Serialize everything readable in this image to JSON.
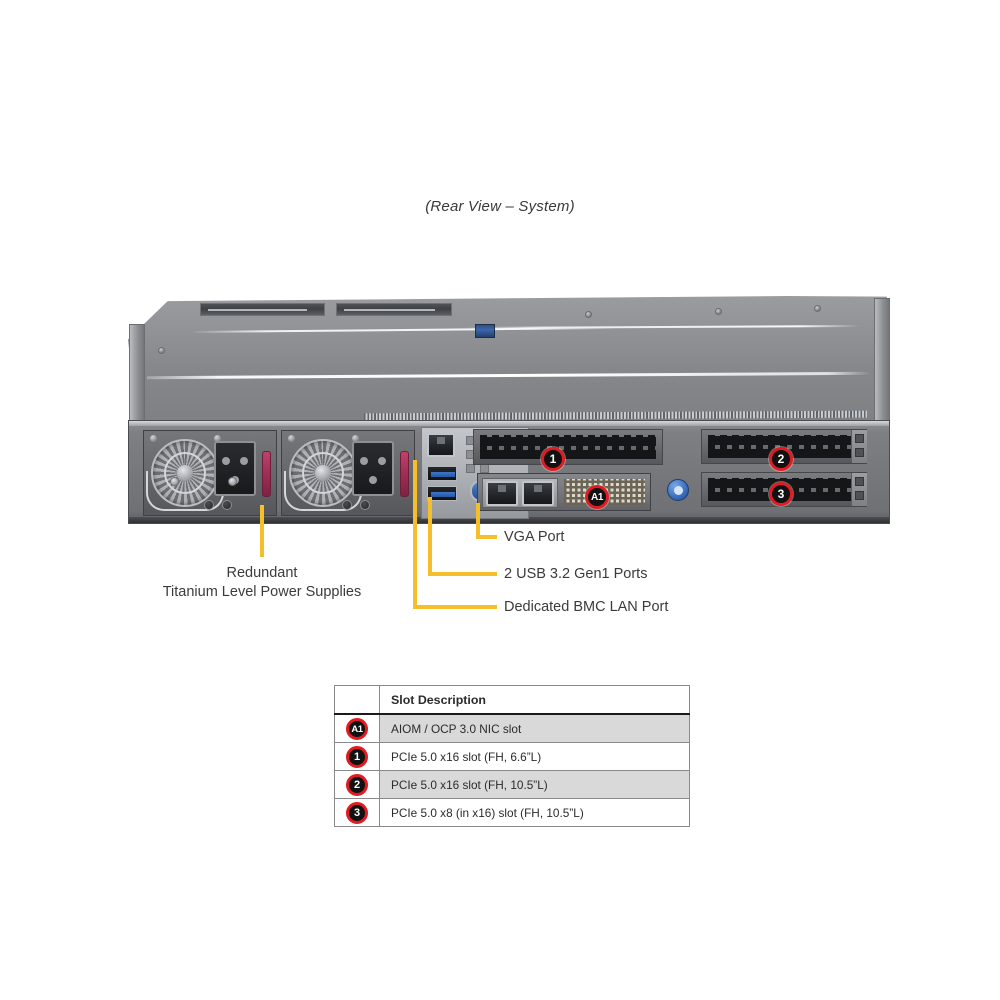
{
  "caption": "(Rear View – System)",
  "accent_colors": {
    "leader_line": "#f5bf2a",
    "badge_ring": "#e01b22",
    "badge_fill": "#111111",
    "table_shade": "#d9d9d9"
  },
  "photo_badges": [
    {
      "id": "slot-1",
      "label": "1"
    },
    {
      "id": "slot-a1",
      "label": "A1"
    },
    {
      "id": "slot-2",
      "label": "2"
    },
    {
      "id": "slot-3",
      "label": "3"
    }
  ],
  "callouts": {
    "psu_line1": "Redundant",
    "psu_line2": "Titanium Level Power Supplies",
    "vga": "VGA Port",
    "usb": "2 USB 3.2 Gen1 Ports",
    "bmc": "Dedicated BMC LAN Port"
  },
  "slot_table": {
    "header_badge": "",
    "header_desc": "Slot Description",
    "rows": [
      {
        "badge": "A1",
        "description": "AIOM / OCP 3.0 NIC slot",
        "shaded": true
      },
      {
        "badge": "1",
        "description": "PCIe 5.0 x16 slot (FH, 6.6”L)",
        "shaded": false
      },
      {
        "badge": "2",
        "description": "PCIe 5.0 x16 slot (FH, 10.5”L)",
        "shaded": true
      },
      {
        "badge": "3",
        "description": "PCIe 5.0 x8 (in x16) slot (FH, 10.5”L)",
        "shaded": false
      }
    ]
  }
}
